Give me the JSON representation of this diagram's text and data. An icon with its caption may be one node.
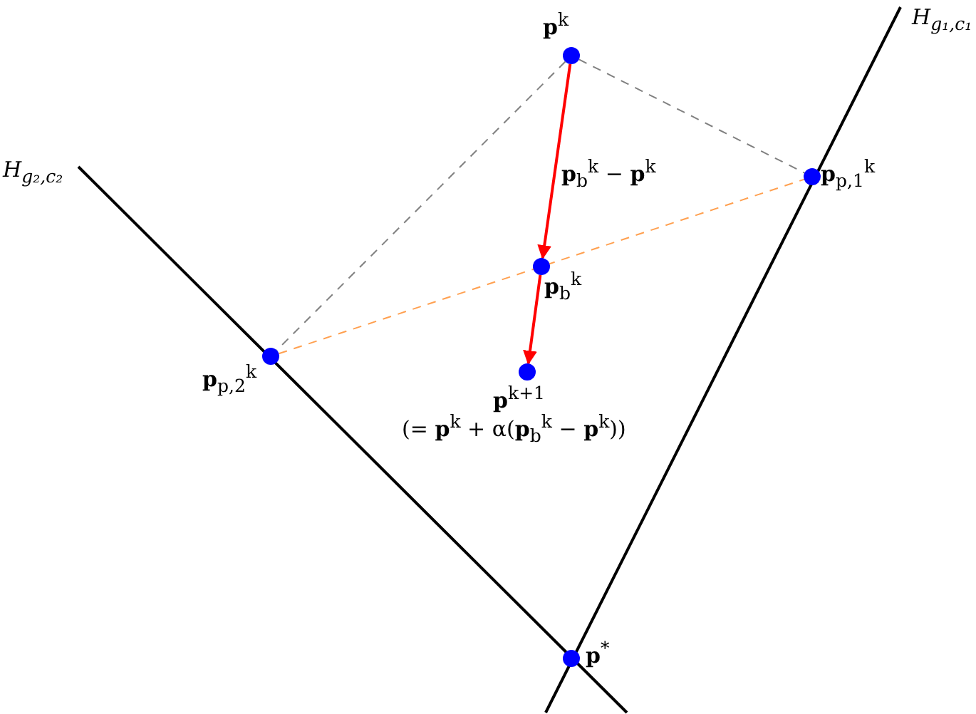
{
  "diagram": {
    "nodes": [
      {
        "text": [
          "**p**$^{k}$"
        ]
      },
      {
        "text": [
          "**p**$_{p,1}$$^{k}$"
        ]
      },
      {
        "text": [
          "**p**$_{p,2}$$^{k}$"
        ]
      },
      {
        "text": [
          "**p**$_{b}$$^{k}$"
        ]
      },
      {
        "text": [
          "**p**$^{k+1}$",
          "(= **p**$^{k}$ + α(**p**$_{b}$$^{k}$ − **p**$^{k}$))"
        ]
      },
      {
        "text": [
          "**p**$^{*}$"
        ]
      }
    ],
    "edges": [
      {
        "from": 0,
        "to": 1,
        "arrow": "none",
        "style": "dashed",
        "color": "#808080"
      },
      {
        "from": 0,
        "to": 2,
        "arrow": "none",
        "style": "dashed",
        "color": "#808080"
      },
      {
        "from": 2,
        "to": 1,
        "arrow": "none",
        "style": "dashed",
        "color": "#ffa050"
      },
      {
        "from": 0,
        "to": 3,
        "arrow": "to",
        "label": "**p**$_{b}$$^{k}$ − **p**$^{k}$",
        "color": "#ff0000"
      },
      {
        "from": 3,
        "to": 4,
        "arrow": "to",
        "color": "#ff0000"
      }
    ],
    "labels": [
      "H$_{g₁,c₁}$",
      "H$_{g₂,c₂}$"
    ]
  }
}
